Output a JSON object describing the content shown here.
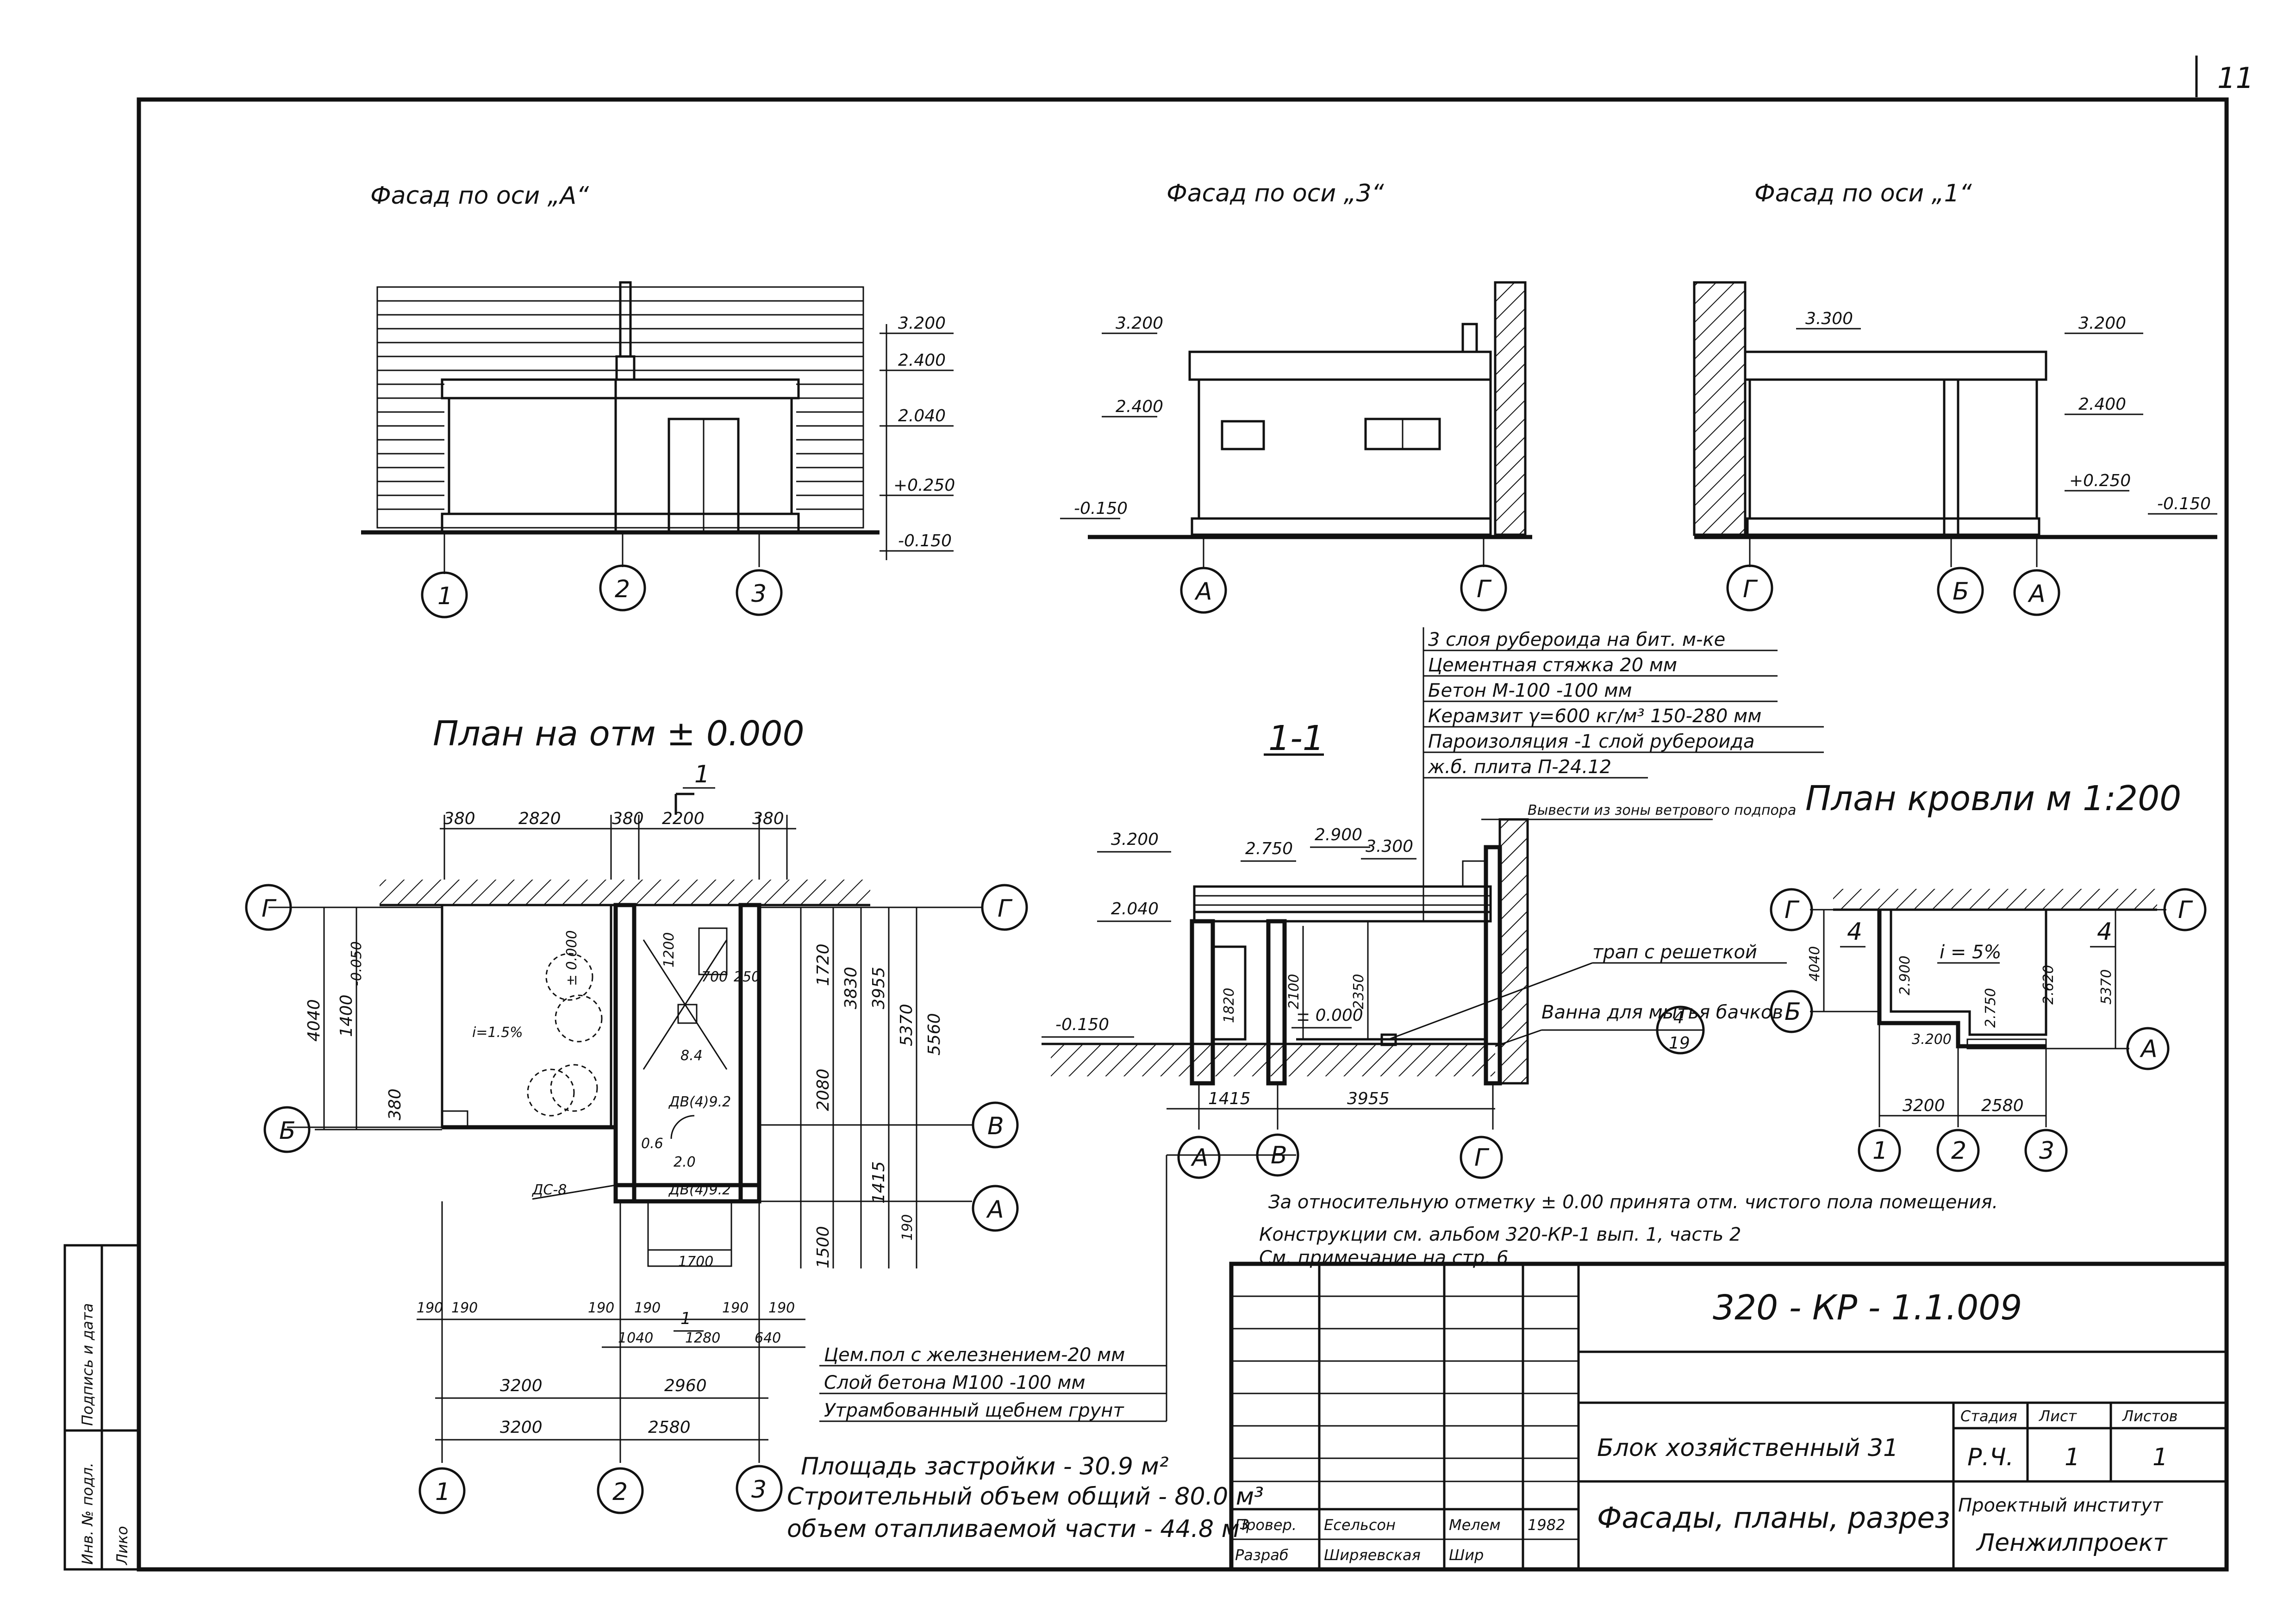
{
  "page_number": "11",
  "views": {
    "facade_a": "Фасад по оси „А“",
    "facade_3": "Фасад по оси „3“",
    "facade_1": "Фасад по оси „1“",
    "plan": "План на отм ± 0.000",
    "section": "1-1",
    "roof_plan": "План кровли м 1:200"
  },
  "facade_a_levels": [
    "3.200",
    "2.400",
    "2.040",
    "+0.250",
    "-0.150"
  ],
  "facade_3_levels": [
    "3.200",
    "2.400",
    "-0.150"
  ],
  "facade_1_levels": [
    "3.300",
    "3.200",
    "2.400",
    "+0.250",
    "-0.150"
  ],
  "axes": {
    "facade_a": [
      "1",
      "2",
      "3"
    ],
    "facade_3": [
      "А",
      "Г"
    ],
    "facade_1": [
      "Г",
      "Б",
      "А"
    ],
    "plan_bottom": [
      "1",
      "2",
      "3"
    ],
    "plan_left": [
      "Г",
      "Б"
    ],
    "plan_right": [
      "Г",
      "В",
      "А"
    ],
    "section": [
      "А",
      "В",
      "Г"
    ],
    "roof_bottom": [
      "1",
      "2",
      "3"
    ],
    "roof_side": [
      "Г",
      "Г",
      "Б",
      "А"
    ]
  },
  "roof_layers": [
    "3 слоя рубероида на бит. м-ке",
    "Цементная стяжка 20 мм",
    "Бетон М-100 -100 мм",
    "Керамзит γ=600 кг/м³ 150-280 мм",
    "Пароизоляция -1 слой рубероида",
    "ж.б. плита П-24.12"
  ],
  "plan_dims": {
    "top": [
      "380",
      "2820",
      "380",
      "2200",
      "380"
    ],
    "section_mark": "1",
    "bottom_row1": [
      "190",
      "190",
      "190",
      "190",
      "190",
      "190"
    ],
    "bottom_row2": [
      "1040",
      "1280",
      "640"
    ],
    "bottom_row3": [
      "3200",
      "2960"
    ],
    "bottom_row4": [
      "3200",
      "2580"
    ],
    "left": [
      "4040",
      "1400",
      "380"
    ],
    "right": [
      "1720",
      "2080",
      "3830",
      "3955",
      "5370",
      "5560",
      "1415",
      "1500",
      "190"
    ],
    "interior": [
      "-0.050",
      "± 0.000",
      "i=1.5%",
      "700",
      "250",
      "1200",
      "8.4",
      "ДВ(4)9.2",
      "2.0",
      "ДВ(4)9.2",
      "0.6",
      "1700",
      "ДС-8"
    ]
  },
  "floor_layers": [
    "Цем.пол с железнением-20 мм",
    "Слой бетона М100 -100 мм",
    "Утрамбованный щебнем грунт"
  ],
  "areas": [
    "Площадь застройки - 30.9 м²",
    "Строительный объем общий - 80.0 м³",
    "объем отапливаемой части - 44.8 м³"
  ],
  "section_labels": {
    "levels": [
      "3.200",
      "2.040",
      "-0.150",
      "2.750",
      "2.900",
      "3.300",
      "± 0.000"
    ],
    "dims": [
      "1820",
      "2100",
      "2350",
      "1415",
      "3955"
    ],
    "callout_vent": "Вывести из зоны ветрового подпора",
    "callout_drain": "трап с решеткой",
    "callout_bath": "Ванна для мытья бачков",
    "detail_top": "4",
    "detail_bottom": "19"
  },
  "roof_plan_labels": {
    "slope": "i = 5%",
    "levels": [
      "2.900",
      "2.750",
      "2.620",
      "3.200"
    ],
    "dims": [
      "4040",
      "5370",
      "3200",
      "2580"
    ],
    "marks": [
      "4",
      "4"
    ]
  },
  "notes": [
    "За относительную отметку ± 0.00 принята отм. чистого пола помещения.",
    "Конструкции см. альбом 320-КР-1 вып. 1, часть 2",
    "См. примечание на стр. 6"
  ],
  "side_stamp": {
    "inv_no": "Инв. № подл.",
    "signature": "Подпись и дата",
    "value": "Лико"
  },
  "title_block": {
    "code": "320 - КР - 1.1.009",
    "object": "Блок хозяйственный 31",
    "sheet_title": "Фасады, планы, разрез",
    "stage_label": "Стадия",
    "sheet_label": "Лист",
    "sheets_label": "Листов",
    "stage": "Р.Ч.",
    "sheet": "1",
    "sheets": "1",
    "org_line1": "Проектный институт",
    "org_line2": "Ленжилпроект",
    "roles": [
      {
        "role": "Провер.",
        "name": "Есельсон",
        "sign": "Мелем",
        "date": "1982"
      },
      {
        "role": "Разраб",
        "name": "Ширяевская",
        "sign": "Шир",
        "date": ""
      }
    ]
  }
}
